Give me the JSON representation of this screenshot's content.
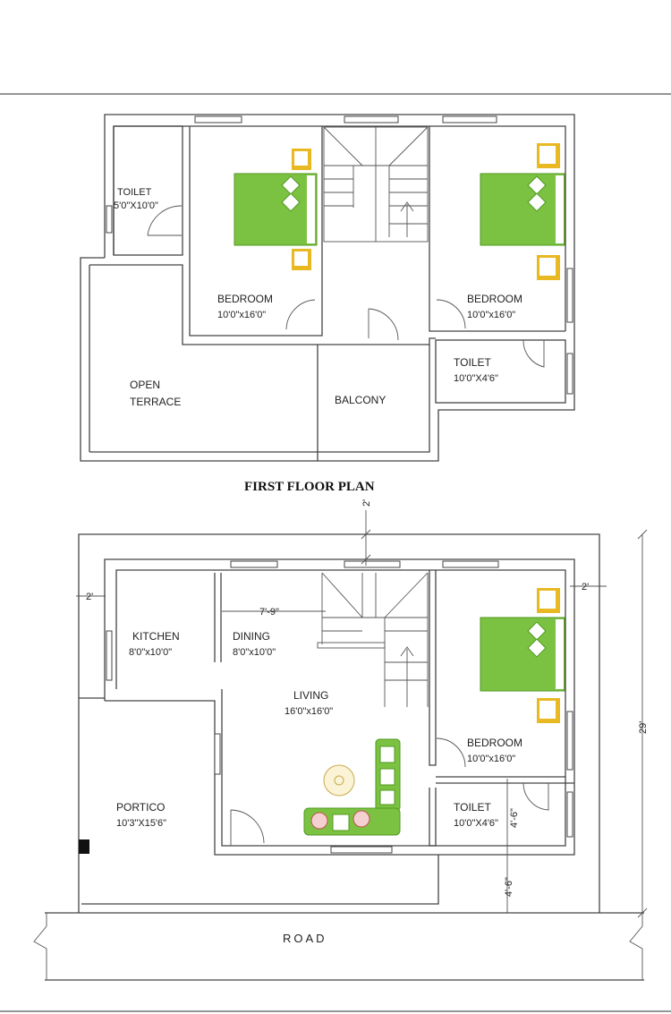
{
  "first_floor": {
    "title": "FIRST FLOOR PLAN",
    "rooms": [
      {
        "name": "TOILET",
        "size": "5'0\"X10'0\""
      },
      {
        "name": "BEDROOM",
        "size": "10'0\"x16'0\""
      },
      {
        "name": "BEDROOM",
        "size": "10'0\"x16'0\""
      },
      {
        "name": "TOILET",
        "size": "10'0\"X4'6\""
      },
      {
        "name": "OPEN",
        "size": "TERRACE"
      },
      {
        "name": "BALCONY",
        "size": ""
      }
    ]
  },
  "ground_floor": {
    "rooms": [
      {
        "name": "KITCHEN",
        "size": "8'0\"x10'0\""
      },
      {
        "name": "DINING",
        "size": "8'0\"x10'0\""
      },
      {
        "name": "LIVING",
        "size": "16'0\"x16'0\""
      },
      {
        "name": "BEDROOM",
        "size": "10'0\"x16'0\""
      },
      {
        "name": "TOILET",
        "size": "10'0\"X4'6\""
      },
      {
        "name": "PORTICO",
        "size": "10'3\"X15'6\""
      }
    ],
    "dimensions": {
      "top_setback": "2'",
      "left_setback": "2'",
      "right_setback": "2'",
      "dining_width": "7'-9\"",
      "toilet_depth": "4'-6\"",
      "front_setback": "4'-6\"",
      "overall_depth": "29'"
    },
    "road_label": "ROAD"
  },
  "colors": {
    "bed": "#7cc242",
    "side_table": "#e8b923",
    "walls": "#444444"
  }
}
